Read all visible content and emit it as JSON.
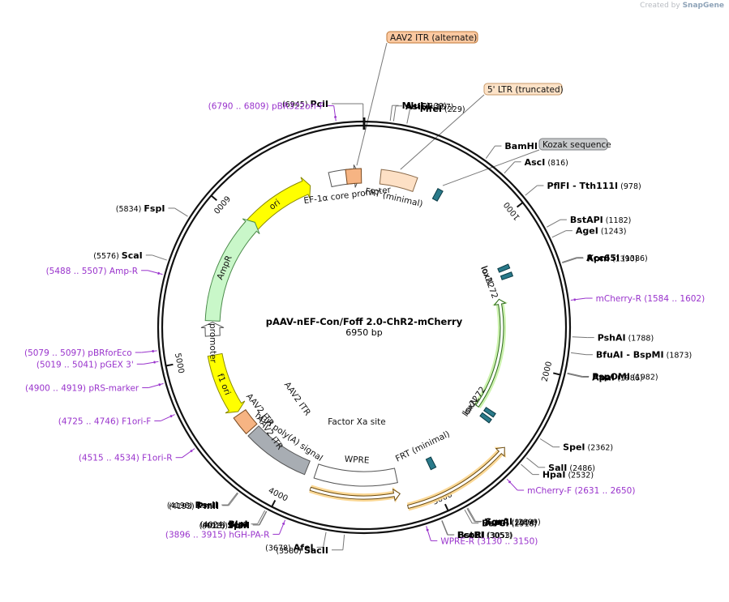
{
  "branding": {
    "created_by": "Created by",
    "app": "SnapGene"
  },
  "plasmid": {
    "name": "pAAV-nEF-Con/Foff 2.0-ChR2-mCherry",
    "size_label": "6950 bp",
    "length": 6950
  },
  "backbone_ticks": [
    {
      "bp": 1000,
      "label": "1000"
    },
    {
      "bp": 2000,
      "label": "2000"
    },
    {
      "bp": 3000,
      "label": "3000"
    },
    {
      "bp": 4000,
      "label": "4000"
    },
    {
      "bp": 5000,
      "label": "5000"
    },
    {
      "bp": 6000,
      "label": "6000"
    }
  ],
  "features": [
    {
      "name": "ori",
      "label": "ori",
      "kind": "arrow",
      "start": 5960,
      "end": 6549,
      "strand": 1,
      "color": "#ffff00",
      "stroke": "#8a8a00"
    },
    {
      "name": "ef1a",
      "label": "EF-1α core promoter",
      "kind": "arrow",
      "start": 6700,
      "end": 6920,
      "strand": 1,
      "color": "#ffffff",
      "stroke": "#555555"
    },
    {
      "name": "itr-top",
      "label": "",
      "kind": "box",
      "start": 6820,
      "end": 6930,
      "color": "#f6b483",
      "stroke": "#7a4a20"
    },
    {
      "name": "frt-top",
      "label": "FRT (minimal)",
      "kind": "box",
      "start": 120,
      "end": 380,
      "color": "#fde0c5",
      "stroke": "#8a6a4a"
    },
    {
      "name": "kozak",
      "label": "",
      "kind": "small",
      "start": 540,
      "end": 580,
      "color": "#2a7a8a",
      "stroke": "#0a3a44"
    },
    {
      "name": "loxN-1",
      "label": "loxN",
      "kind": "small",
      "start": 1280,
      "end": 1310,
      "color": "#2a7a8a",
      "stroke": "#0a3a44"
    },
    {
      "name": "lox2272-1",
      "label": "lox2272",
      "kind": "small",
      "start": 1340,
      "end": 1370,
      "color": "#2a7a8a",
      "stroke": "#0a3a44"
    },
    {
      "name": "chr2",
      "label": "",
      "kind": "arrow",
      "start": 1510,
      "end": 2410,
      "strand": -1,
      "color": "#ffffff",
      "stroke": "#2d6a1a",
      "halo": "#c7f1a5"
    },
    {
      "name": "lox2272-2",
      "label": "lox2272",
      "kind": "small",
      "start": 2380,
      "end": 2410,
      "color": "#2a7a8a",
      "stroke": "#0a3a44"
    },
    {
      "name": "loxN-2",
      "label": "loxN",
      "kind": "small",
      "start": 2430,
      "end": 2460,
      "color": "#2a7a8a",
      "stroke": "#0a3a44"
    },
    {
      "name": "mcherry",
      "label": "",
      "kind": "arrow",
      "start": 2520,
      "end": 3210,
      "strand": -1,
      "color": "#ffffff",
      "stroke": "#6a4a10",
      "halo": "#fbd48a"
    },
    {
      "name": "frt-bottom",
      "label": "FRT (minimal)",
      "kind": "small",
      "start": 2950,
      "end": 2990,
      "color": "#2a7a8a",
      "stroke": "#0a3a44"
    },
    {
      "name": "wpre",
      "label": "WPRE",
      "kind": "box",
      "start": 3240,
      "end": 3830,
      "color": "#ffffff",
      "stroke": "#555555"
    },
    {
      "name": "wpre-halo",
      "label": "",
      "kind": "arrow",
      "start": 3240,
      "end": 3830,
      "strand": -1,
      "color": "#ffffff",
      "stroke": "#6a4a10",
      "halo": "#fbd48a"
    },
    {
      "name": "hgh",
      "label": "hGH poly(A) signal",
      "kind": "box",
      "start": 3900,
      "end": 4380,
      "color": "#a8adb3",
      "stroke": "#555555"
    },
    {
      "name": "itr-bottom",
      "label": "AAV2 ITR",
      "kind": "box",
      "start": 4400,
      "end": 4540,
      "color": "#f6b483",
      "stroke": "#7a4a20"
    },
    {
      "name": "f1ori",
      "label": "f1 ori",
      "kind": "arrow",
      "start": 4560,
      "end": 5010,
      "strand": -1,
      "color": "#ffff00",
      "stroke": "#8a8a00"
    },
    {
      "name": "ampr-promoter",
      "label": "AmpR promoter",
      "kind": "arrow",
      "start": 5150,
      "end": 5250,
      "strand": 1,
      "color": "#ffffff",
      "stroke": "#555555"
    },
    {
      "name": "ampr",
      "label": "AmpR",
      "kind": "arrow",
      "start": 5260,
      "end": 6060,
      "strand": 1,
      "color": "#c9f7c9",
      "stroke": "#4a8a4a"
    }
  ],
  "inner_labels": [
    {
      "name": "aav2-itr-inner-1",
      "text": "AAV2 ITR"
    },
    {
      "name": "aav2-itr-inner-2",
      "text": "AAV2 ITR"
    },
    {
      "name": "factor-xa",
      "text": "Factor Xa site"
    }
  ],
  "enzymes": [
    {
      "name": "PciI",
      "pos": "(6945)",
      "bp": 6945,
      "side": "left"
    },
    {
      "name": "MluI",
      "pos": "(139)",
      "bp": 139,
      "side": "right"
    },
    {
      "name": "AsiSI",
      "pos": "(157)",
      "bp": 157,
      "side": "right"
    },
    {
      "name": "MfeI",
      "pos": "(229)",
      "bp": 229,
      "side": "right"
    },
    {
      "name": "BamHI",
      "pos": "(691)",
      "bp": 691,
      "side": "right"
    },
    {
      "name": "AscI",
      "pos": "(816)",
      "bp": 816,
      "side": "right"
    },
    {
      "name": "PflFI - Tth111I",
      "pos": "(978)",
      "bp": 978,
      "side": "right"
    },
    {
      "name": "BstAPI",
      "pos": "(1182)",
      "bp": 1182,
      "side": "right"
    },
    {
      "name": "AgeI",
      "pos": "(1243)",
      "bp": 1243,
      "side": "right"
    },
    {
      "name": "Acc65I",
      "pos": "(1386)",
      "bp": 1386,
      "side": "right"
    },
    {
      "name": "KpnI",
      "pos": "(1390)",
      "bp": 1390,
      "side": "right"
    },
    {
      "name": "PshAI",
      "pos": "(1788)",
      "bp": 1788,
      "side": "right"
    },
    {
      "name": "BfuAI - BspMI",
      "pos": "(1873)",
      "bp": 1873,
      "side": "right"
    },
    {
      "name": "PspOMI",
      "pos": "(1982)",
      "bp": 1982,
      "side": "right"
    },
    {
      "name": "ApaI",
      "pos": "(1986)",
      "bp": 1986,
      "side": "right"
    },
    {
      "name": "SpeI",
      "pos": "(2362)",
      "bp": 2362,
      "side": "right"
    },
    {
      "name": "SalI",
      "pos": "(2486)",
      "bp": 2486,
      "side": "right"
    },
    {
      "name": "HpaI",
      "pos": "(2532)",
      "bp": 2532,
      "side": "right"
    },
    {
      "name": "SgrAI",
      "pos": "(2899)",
      "bp": 2899,
      "side": "right"
    },
    {
      "name": "XcmI",
      "pos": "(2904)",
      "bp": 2904,
      "side": "right"
    },
    {
      "name": "BsrGI",
      "pos": "(2918)",
      "bp": 2918,
      "side": "right"
    },
    {
      "name": "BstBI",
      "pos": "(3051)",
      "bp": 3051,
      "side": "right"
    },
    {
      "name": "EcoRI",
      "pos": "(3053)",
      "bp": 3053,
      "side": "right"
    },
    {
      "name": "SacII",
      "pos": "(3580)",
      "bp": 3580,
      "side": "left"
    },
    {
      "name": "AfeI",
      "pos": "(3678)",
      "bp": 3678,
      "side": "left"
    },
    {
      "name": "SphI",
      "pos": "(4013)",
      "bp": 4013,
      "side": "left"
    },
    {
      "name": "NsiI",
      "pos": "(4015)",
      "bp": 4015,
      "side": "left"
    },
    {
      "name": "BlpI",
      "pos": "(4024)",
      "bp": 4024,
      "side": "left"
    },
    {
      "name": "PmlI",
      "pos": "(4193)",
      "bp": 4193,
      "side": "left"
    },
    {
      "name": "RsrII",
      "pos": "(4198)",
      "bp": 4198,
      "side": "left"
    },
    {
      "name": "ScaI",
      "pos": "(5576)",
      "bp": 5576,
      "side": "left"
    },
    {
      "name": "FspI",
      "pos": "(5834)",
      "bp": 5834,
      "side": "left"
    }
  ],
  "primers": [
    {
      "name": "pBR322ori-F",
      "range": "(6790 .. 6809)",
      "bp": 6800,
      "side": "left"
    },
    {
      "name": "mCherry-R",
      "range": "(1584 .. 1602)",
      "bp": 1593,
      "side": "right"
    },
    {
      "name": "mCherry-F",
      "range": "(2631 .. 2650)",
      "bp": 2640,
      "side": "right"
    },
    {
      "name": "WPRE-R",
      "range": "(3130 .. 3150)",
      "bp": 3140,
      "side": "right"
    },
    {
      "name": "hGH-PA-R",
      "range": "(3896 .. 3915)",
      "bp": 3905,
      "side": "left"
    },
    {
      "name": "F1ori-R",
      "range": "(4515 .. 4534)",
      "bp": 4525,
      "side": "left"
    },
    {
      "name": "F1ori-F",
      "range": "(4725 .. 4746)",
      "bp": 4735,
      "side": "left"
    },
    {
      "name": "pRS-marker",
      "range": "(4900 .. 4919)",
      "bp": 4910,
      "side": "left"
    },
    {
      "name": "pGEX 3'",
      "range": "(5019 .. 5041)",
      "bp": 5030,
      "side": "left"
    },
    {
      "name": "pBRforEco",
      "range": "(5079 .. 5097)",
      "bp": 5088,
      "side": "left"
    },
    {
      "name": "Amp-R",
      "range": "(5488 .. 5507)",
      "bp": 5497,
      "side": "left"
    }
  ],
  "callouts": [
    {
      "name": "AAV2 ITR (alternate)",
      "color": "#fbc9a1",
      "stroke": "#c07a3a",
      "bp": 6900
    },
    {
      "name": "5' LTR (truncated)",
      "color": "#fde3c8",
      "stroke": "#c89a6a",
      "bp": 250
    },
    {
      "name": "Kozak sequence",
      "color": "#c8cacc",
      "stroke": "#7a7d80",
      "bp": 560
    }
  ],
  "colors": {
    "enzyme": "#000000",
    "primer": "#9933cc",
    "line": "#777777"
  }
}
